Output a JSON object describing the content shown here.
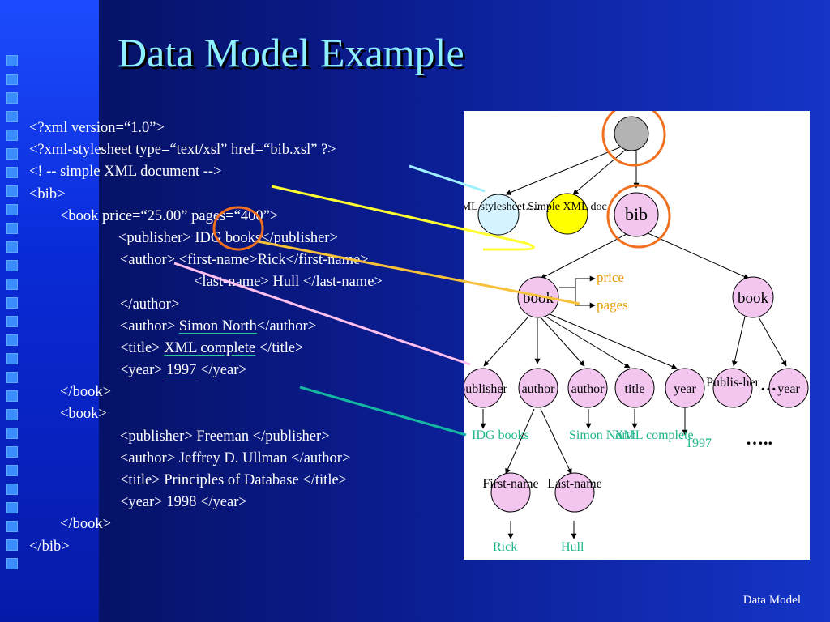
{
  "slide": {
    "title": "Data Model Example",
    "footer": "Data Model"
  },
  "code_lines": [
    "<?xml version=“1.0”>",
    "<?xml-stylesheet type=“text/xsl” href=“bib.xsl” ?>",
    "<! -- simple XML document -->",
    "<bib>",
    "<book price=“25.00” pages=“400”>",
    "<publisher> IDG books</publisher>",
    "<author> <first-name>Rick</first-name>",
    "<last-name> Hull </last-name>",
    "</author>",
    {
      "pre": "<author> ",
      "hl": "Simon North",
      "post": "</author>"
    },
    {
      "pre": "<title> ",
      "hl": "XML complete",
      "post": " </title>"
    },
    {
      "pre": "<year> ",
      "hl": "1997",
      "post": " </year>"
    },
    "</book>",
    "<book>",
    "<publisher> Freeman </publisher>",
    "<author> Jeffrey D. Ullman </author>",
    "<title> Principles of Database </title>",
    "<year> 1998 </year>",
    "</book>",
    "</bib>"
  ],
  "tree": {
    "xml_stylesheet_node": "XML stylesheet….",
    "simple_xml_node": "Simple XML doc",
    "bib_node": "bib",
    "book_node_1": "book",
    "book_node_2": "book",
    "price_attr": "price",
    "pages_attr": "pages",
    "publisher_node": "publisher",
    "author_node_1": "author",
    "author_node_2": "author",
    "title_node": "title",
    "year_node_1": "year",
    "publisher_node_2": "Publis-her",
    "year_node_2": "year",
    "ellipsis_siblings": "…",
    "idg_books_value": "IDG books",
    "simon_north_value": "Simon North",
    "xml_complete_value": "XML complete",
    "year_value": "1997",
    "first_name_node": "First-name",
    "last_name_node": "Last-name",
    "rick_value": "Rick",
    "hull_value": "Hull",
    "more_books": "….."
  },
  "colors": {
    "root_node": "#b3b3b3",
    "stylesheet_node": "#d6f4ff",
    "simple_doc_node": "#ffff00",
    "element_node": "#f3c6f0",
    "attribute_text": "#e89a00",
    "value_text": "#1db48a",
    "highlight_circle": "#f07020",
    "title_text": "#8ef0ff"
  }
}
